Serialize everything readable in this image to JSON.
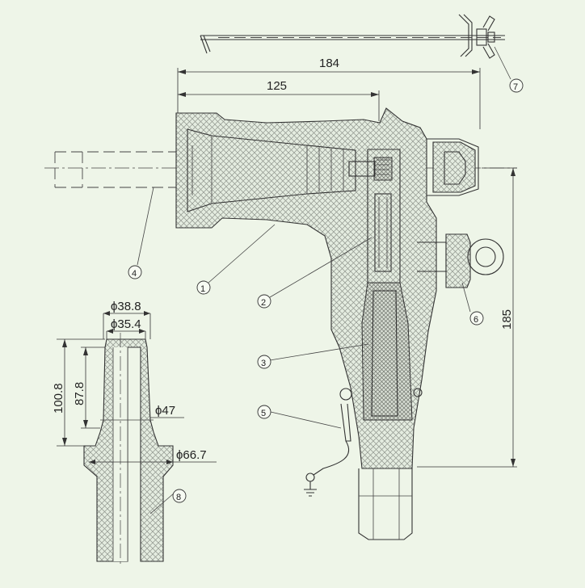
{
  "dimensions": {
    "d184": "184",
    "d125": "125",
    "d185": "185",
    "d100_8": "100.8",
    "d87_8": "87.8",
    "phi38_8": "ϕ38.8",
    "phi35_4": "ϕ35.4",
    "phi47": "ϕ47",
    "phi66_7": "ϕ66.7"
  },
  "callouts": [
    "1",
    "2",
    "3",
    "4",
    "5",
    "6",
    "7",
    "8"
  ],
  "colors": {
    "background": "#eef5e8",
    "line": "#333333",
    "hatch": "#8a8a8a"
  }
}
